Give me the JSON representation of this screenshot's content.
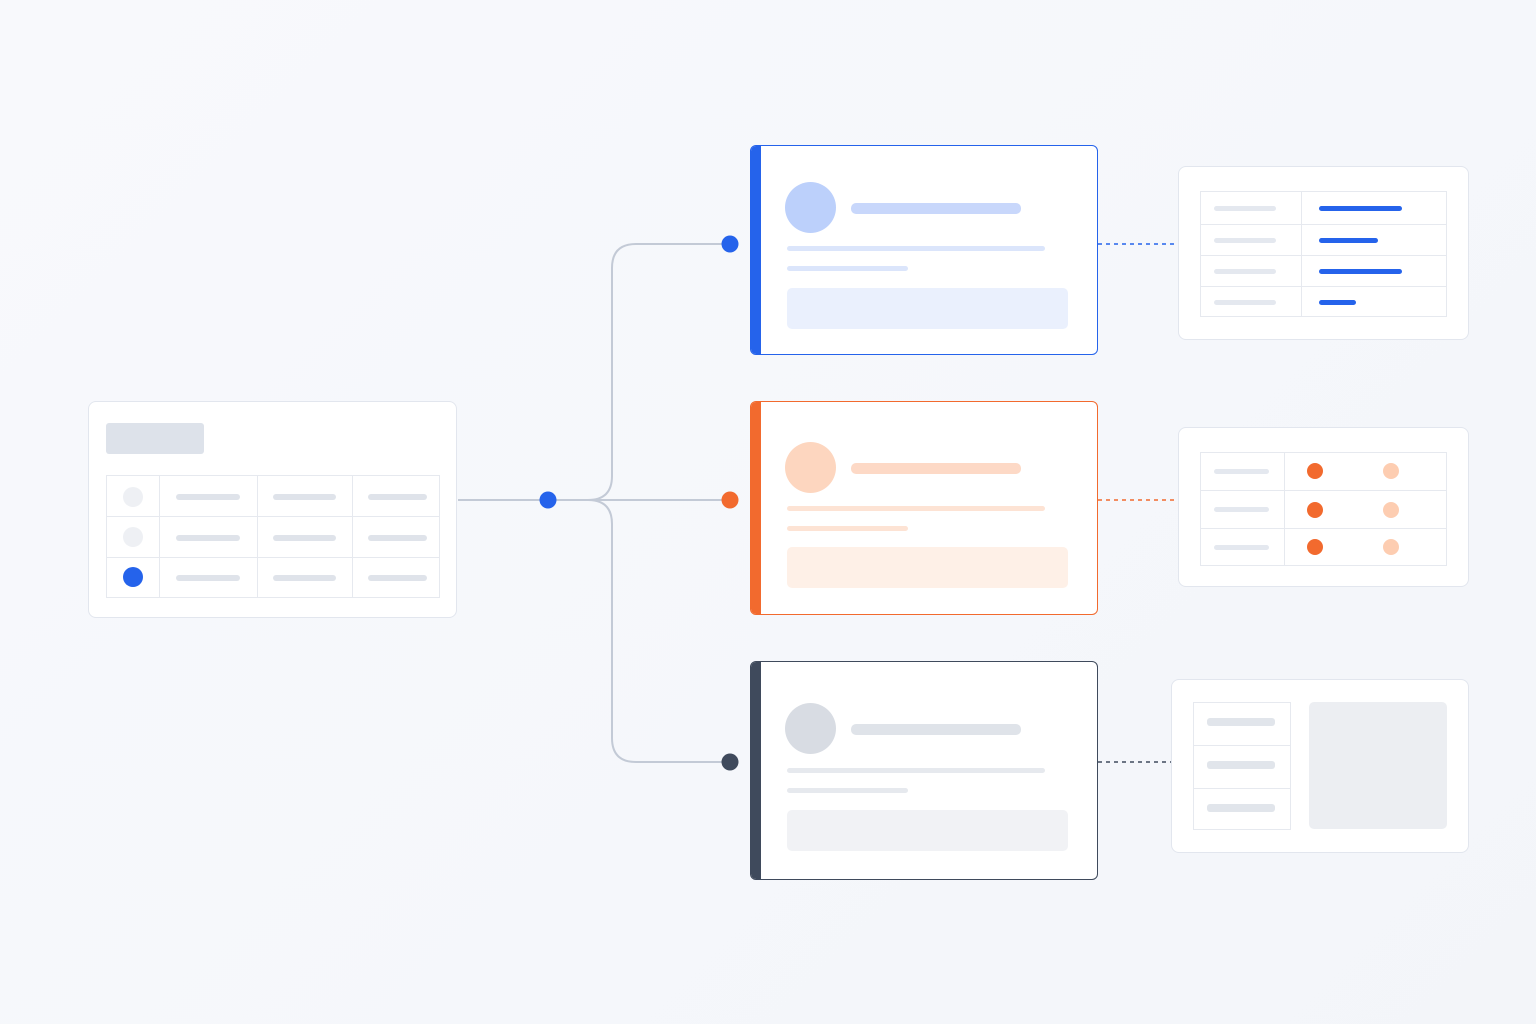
{
  "colors": {
    "blue": "#2563eb",
    "orange": "#f26a2e",
    "dark": "#3f4a5c",
    "wire": "#c3cad6",
    "skeleton": "#dfe3ea"
  },
  "source_table": {
    "rows": [
      {
        "state": "unselected"
      },
      {
        "state": "unselected"
      },
      {
        "state": "selected"
      }
    ]
  },
  "branches": [
    {
      "name": "blue",
      "detail": "list",
      "values": [
        0.85,
        0.6,
        0.85,
        0.38
      ]
    },
    {
      "name": "orange",
      "detail": "status",
      "rows": 3
    },
    {
      "name": "dark",
      "detail": "preview",
      "rows": 3
    }
  ]
}
